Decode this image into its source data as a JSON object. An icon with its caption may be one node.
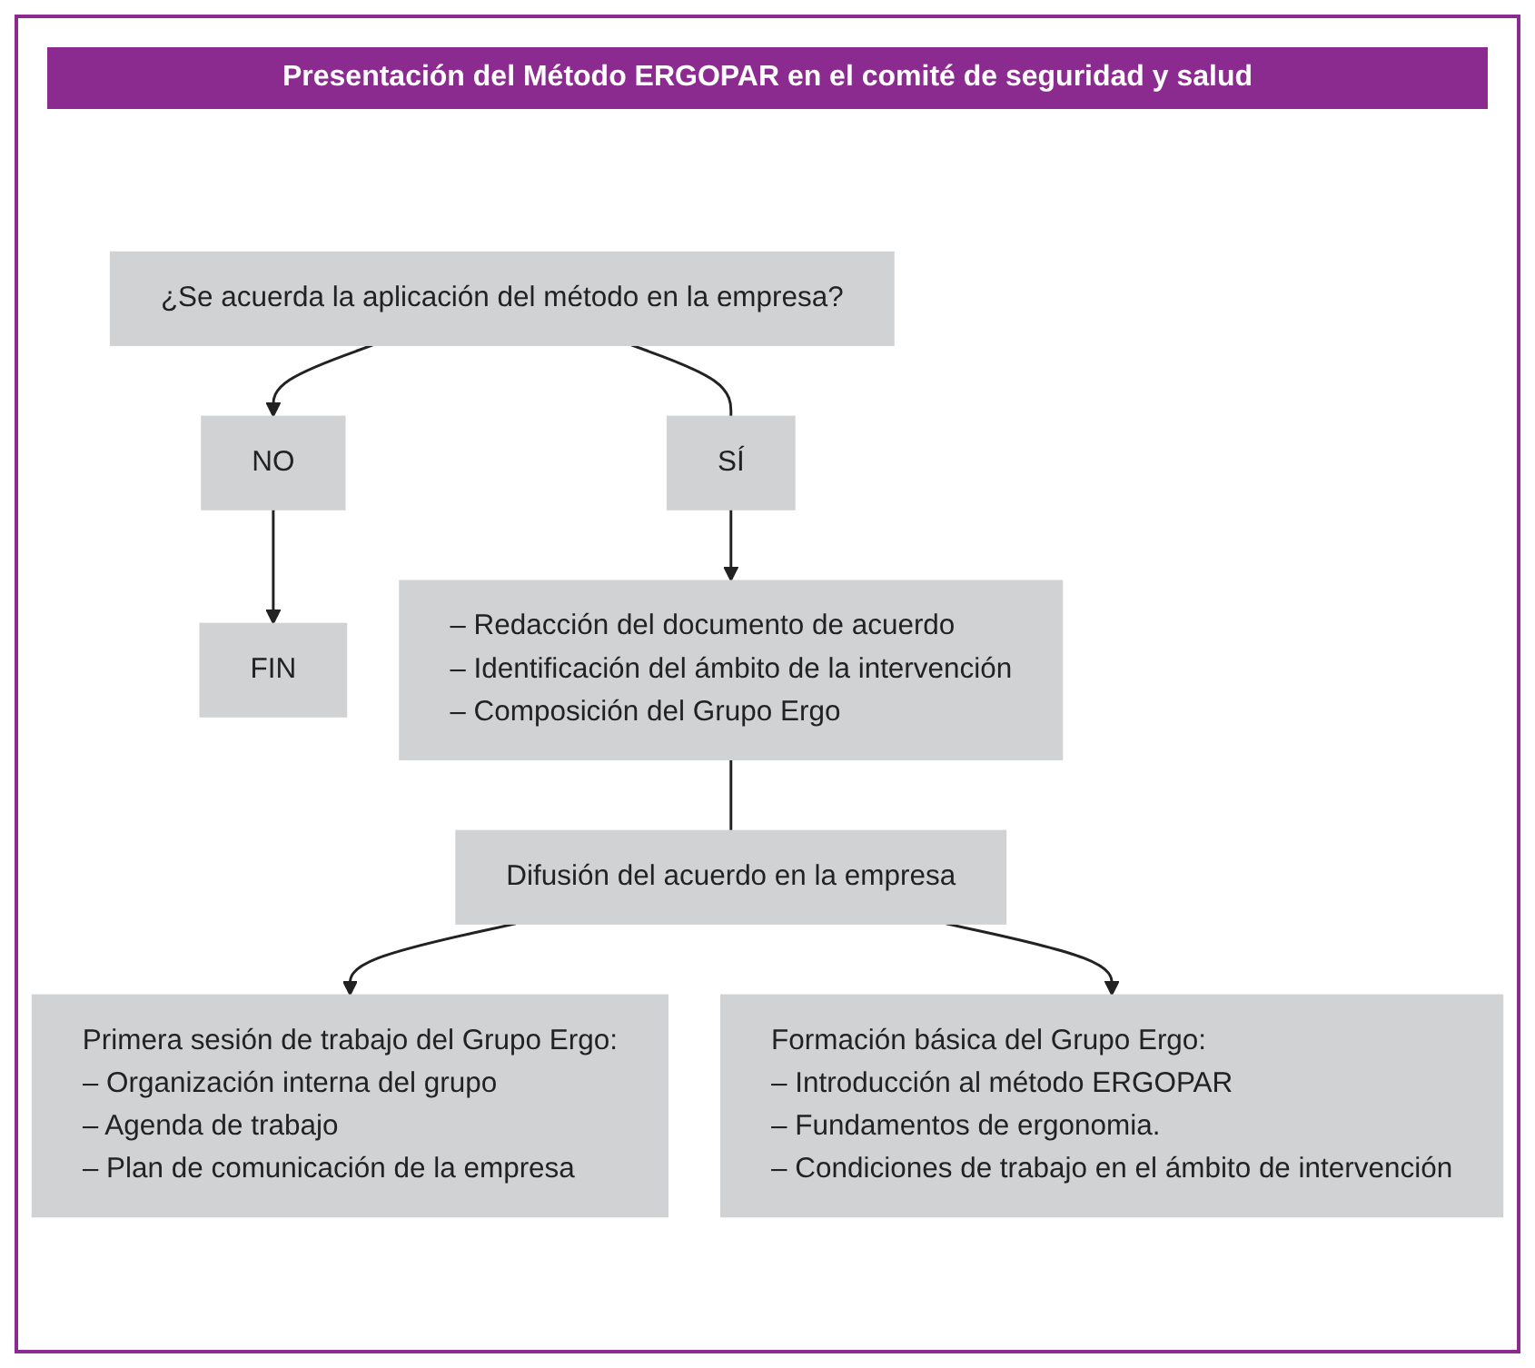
{
  "diagram": {
    "title": "Presentación del Método ERGOPAR en el comité de seguridad y salud",
    "nodes": [
      {
        "text": [
          "¿Se acuerda la aplicación del método en la empresa?"
        ]
      },
      {
        "text": [
          "NO"
        ]
      },
      {
        "text": [
          "FIN"
        ]
      },
      {
        "text": [
          "SÍ"
        ]
      },
      {
        "text": [
          "– Redacción del documento de acuerdo",
          "– Identificación del ámbito de la intervención",
          "– Composición del Grupo Ergo"
        ]
      },
      {
        "text": [
          "Difusión del acuerdo en la empresa"
        ]
      },
      {
        "text": [
          "Primera sesión de trabajo del Grupo Ergo:",
          "– Organización interna del grupo",
          "– Agenda de trabajo",
          "– Plan de comunicación de la empresa"
        ]
      },
      {
        "text": [
          "Formación básica del Grupo Ergo:",
          "– Introducción al método ERGOPAR",
          "– Fundamentos de ergonomia.",
          "– Condiciones de trabajo en el ámbito de intervención"
        ]
      }
    ],
    "edges": [
      {
        "from": 0,
        "to": 1,
        "arrow": "to"
      },
      {
        "from": 1,
        "to": 2,
        "arrow": "to"
      },
      {
        "from": 0,
        "to": 3,
        "arrow": "none"
      },
      {
        "from": 3,
        "to": 4,
        "arrow": "to"
      },
      {
        "from": 4,
        "to": 5,
        "arrow": "none"
      },
      {
        "from": 5,
        "to": 6,
        "arrow": "to"
      },
      {
        "from": 5,
        "to": 7,
        "arrow": "to"
      }
    ]
  }
}
